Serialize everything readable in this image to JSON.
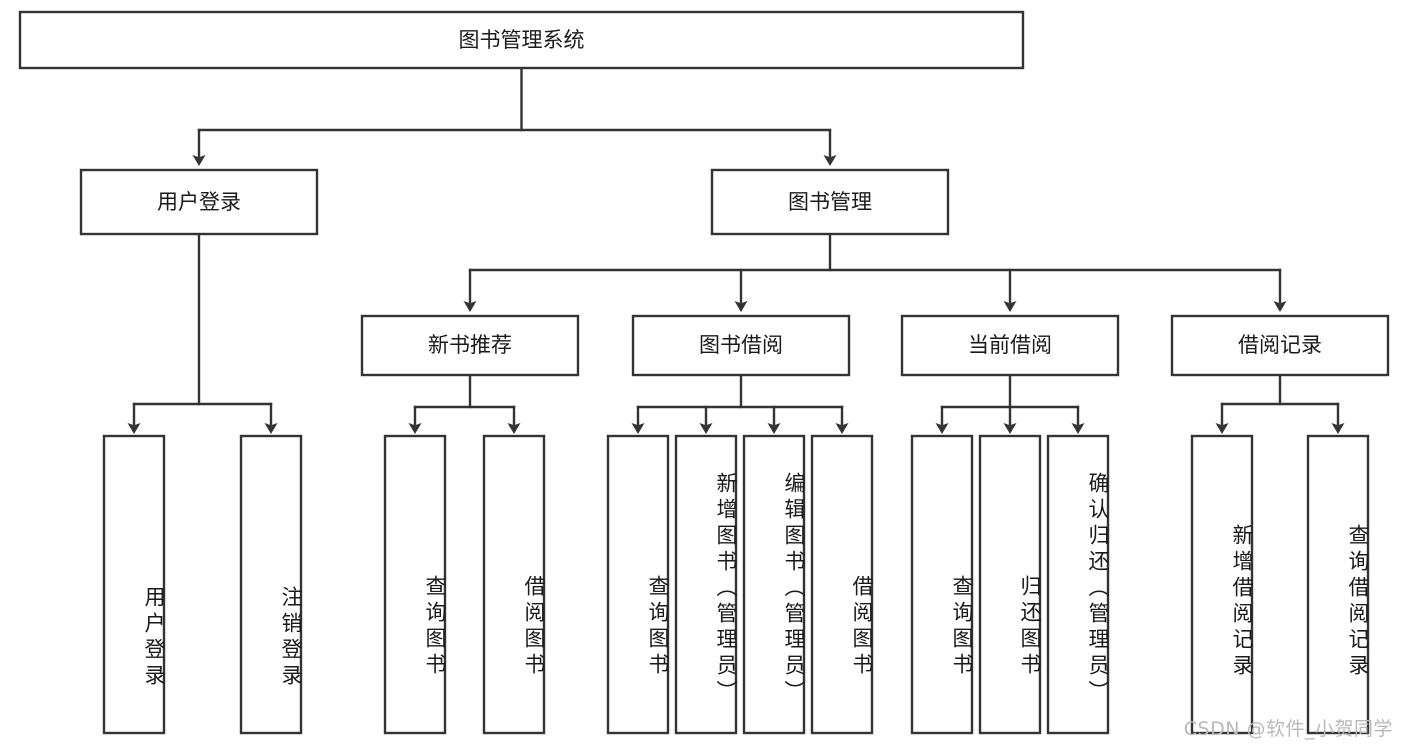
{
  "diagram": {
    "title": "图书管理系统",
    "type": "tree-hierarchy-chart",
    "orientation": "top-down",
    "colors": {
      "box_stroke": "#333333",
      "box_fill": "#ffffff",
      "text": "#1a1a1a",
      "background": "#ffffff",
      "watermark": "#b9b9b9"
    },
    "root": {
      "label": "图书管理系统"
    },
    "level2": [
      {
        "label": "用户登录"
      },
      {
        "label": "图书管理"
      }
    ],
    "level3": [
      {
        "label": "新书推荐"
      },
      {
        "label": "图书借阅"
      },
      {
        "label": "当前借阅"
      },
      {
        "label": "借阅记录"
      }
    ],
    "leaves": {
      "user_login": [
        {
          "label": "用户登录"
        },
        {
          "label": "注销登录"
        }
      ],
      "new_book_recommend": [
        {
          "label": "查询图书"
        },
        {
          "label": "借阅图书"
        }
      ],
      "book_borrow": [
        {
          "label": "查询图书"
        },
        {
          "label": "新增图书（管理员）"
        },
        {
          "label": "编辑图书（管理员）"
        },
        {
          "label": "借阅图书"
        }
      ],
      "current_borrow": [
        {
          "label": "查询图书"
        },
        {
          "label": "归还图书"
        },
        {
          "label": "确认归还（管理员）"
        }
      ],
      "borrow_record": [
        {
          "label": "新增借阅记录"
        },
        {
          "label": "查询借阅记录"
        }
      ]
    }
  },
  "watermark": {
    "text": "CSDN @软件_小贺同学"
  }
}
